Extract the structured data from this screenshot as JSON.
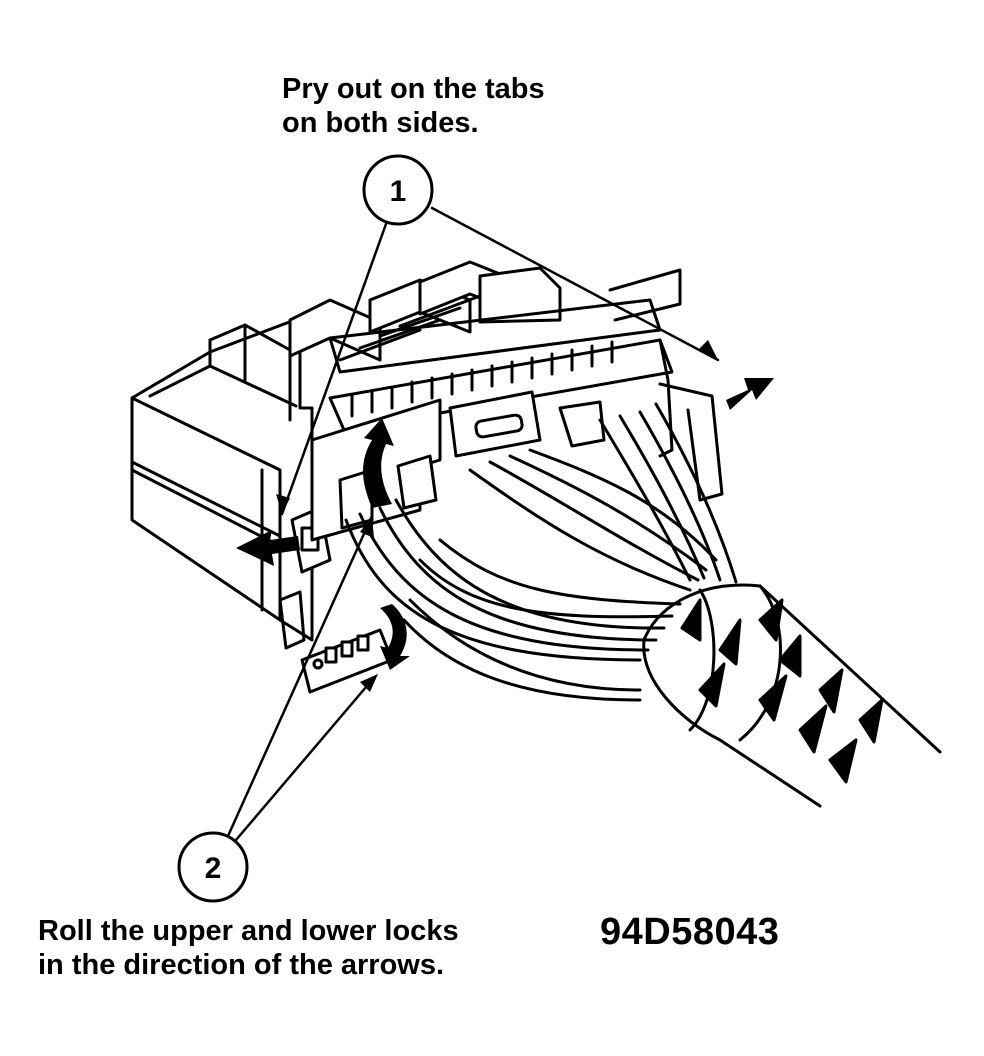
{
  "callouts": [
    {
      "number": "1",
      "text_lines": [
        "Pry out on the tabs",
        "on both sides."
      ]
    },
    {
      "number": "2",
      "text_lines": [
        "Roll the upper and lower locks",
        "in the direction of the arrows."
      ]
    }
  ],
  "figure_id": "94D58043",
  "colors": {
    "ink": "#000000",
    "paper": "#ffffff"
  }
}
